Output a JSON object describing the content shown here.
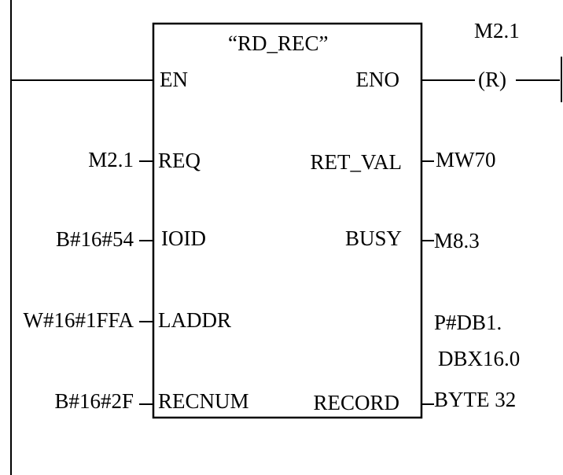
{
  "block": {
    "title": "“RD_REC”",
    "inputs": {
      "en": "EN",
      "req": "REQ",
      "ioid": "IOID",
      "laddr": "LADDR",
      "recnum": "RECNUM"
    },
    "outputs": {
      "eno": "ENO",
      "ret_val": "RET_VAL",
      "busy": "BUSY",
      "record": "RECORD"
    }
  },
  "coil": {
    "address": "M2.1",
    "symbol": "(R)"
  },
  "params_in": {
    "req": "M2.1",
    "ioid": "B#16#54",
    "laddr": "W#16#1FFA",
    "recnum": "B#16#2F"
  },
  "params_out": {
    "ret_val": "MW70",
    "busy": "M8.3",
    "record_line1": "P#DB1.",
    "record_line2": "DBX16.0",
    "record_line3": "BYTE 32"
  }
}
